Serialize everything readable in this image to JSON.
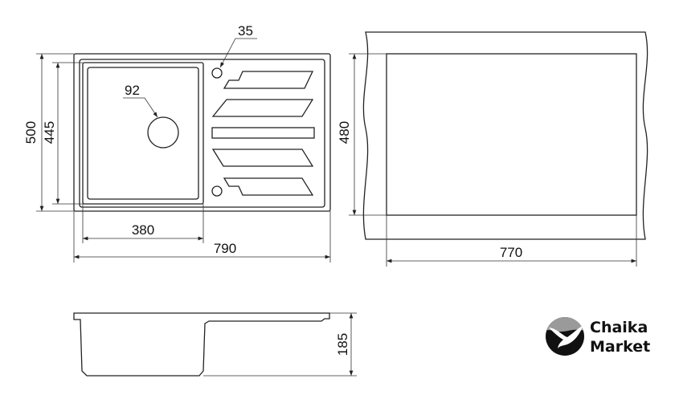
{
  "dimensions": {
    "overall_depth": "500",
    "bowl_depth": "445",
    "bowl_width": "380",
    "overall_width": "790",
    "tap_hole": "35",
    "drain_hole": "92",
    "cutout_depth": "480",
    "cutout_width": "770",
    "height": "185"
  },
  "logo": {
    "line1": "Chaika",
    "line2": "Market",
    "colors": {
      "top": "#9a9a9a",
      "bottom": "#111111"
    }
  }
}
